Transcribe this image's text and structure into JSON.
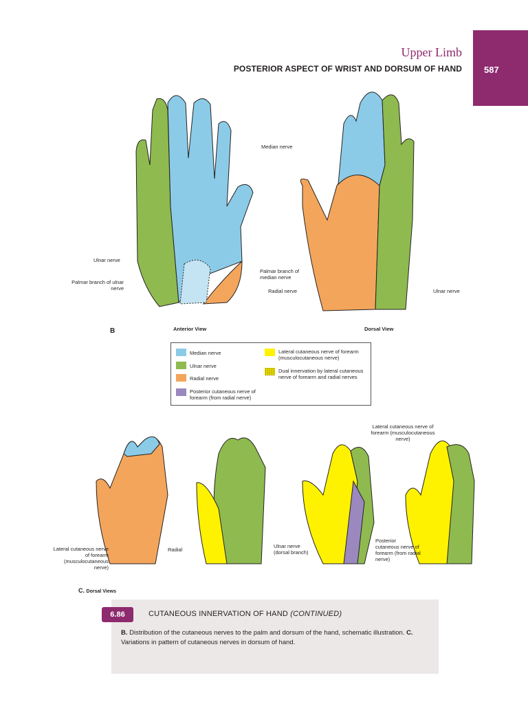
{
  "header": {
    "section": "Upper Limb",
    "running_title": "POSTERIOR ASPECT OF WRIST AND DORSUM OF HAND",
    "page_number": "587"
  },
  "colors": {
    "median": "#8ccbe7",
    "ulnar": "#8fba4f",
    "radial": "#f4a55c",
    "lateral_cutaneous": "#fff200",
    "posterior_cutaneous": "#9b88bf",
    "accent": "#8e2a6e"
  },
  "figure_b": {
    "panel_label": "B",
    "anterior_view_label": "Anterior View",
    "dorsal_view_label": "Dorsal View",
    "labels": {
      "median_nerve": "Median nerve",
      "ulnar_nerve_left": "Ulnar nerve",
      "palmar_branch_ulnar": "Palmar branch of ulnar nerve",
      "palmar_branch_median": "Palmar branch of median nerve",
      "radial_nerve": "Radial nerve",
      "ulnar_nerve_right": "Ulnar nerve"
    }
  },
  "legend": {
    "items": [
      {
        "label": "Median nerve"
      },
      {
        "label": "Ulnar nerve"
      },
      {
        "label": "Radial nerve"
      },
      {
        "label": "Posterior cutaneous nerve of forearm (from radial nerve)"
      },
      {
        "label": "Lateral cutaneous nerve of forearm (musculocutaneous nerve)"
      },
      {
        "label": "Dual innervation by lateral cutaneous nerve of forearm and radial nerves"
      }
    ]
  },
  "figure_c": {
    "panel_label": "C.",
    "panel_title": "Dorsal Views",
    "labels": {
      "lateral_cutaneous_1": "Lateral cutaneous nerve of forearm (musculocutaneous nerve)",
      "radial": "Radial",
      "ulnar_dorsal": "Ulnar nerve (dorsal branch)",
      "posterior_cutaneous": "Posterior cutaneous nerve of forearm (from radial nerve)",
      "lateral_cutaneous_4": "Lateral cutaneous nerve of forearm (musculocutaneous nerve)"
    }
  },
  "caption": {
    "figure_number": "6.86",
    "title": "CUTANEOUS INNERVATION OF HAND",
    "title_suffix": "(CONTINUED)",
    "b_marker": "B.",
    "b_text": "Distribution of the cutaneous nerves to the palm and dorsum of the hand, schematic illustration.",
    "c_marker": "C.",
    "c_text": "Variations in pattern of cutaneous nerves in dorsum of hand."
  }
}
